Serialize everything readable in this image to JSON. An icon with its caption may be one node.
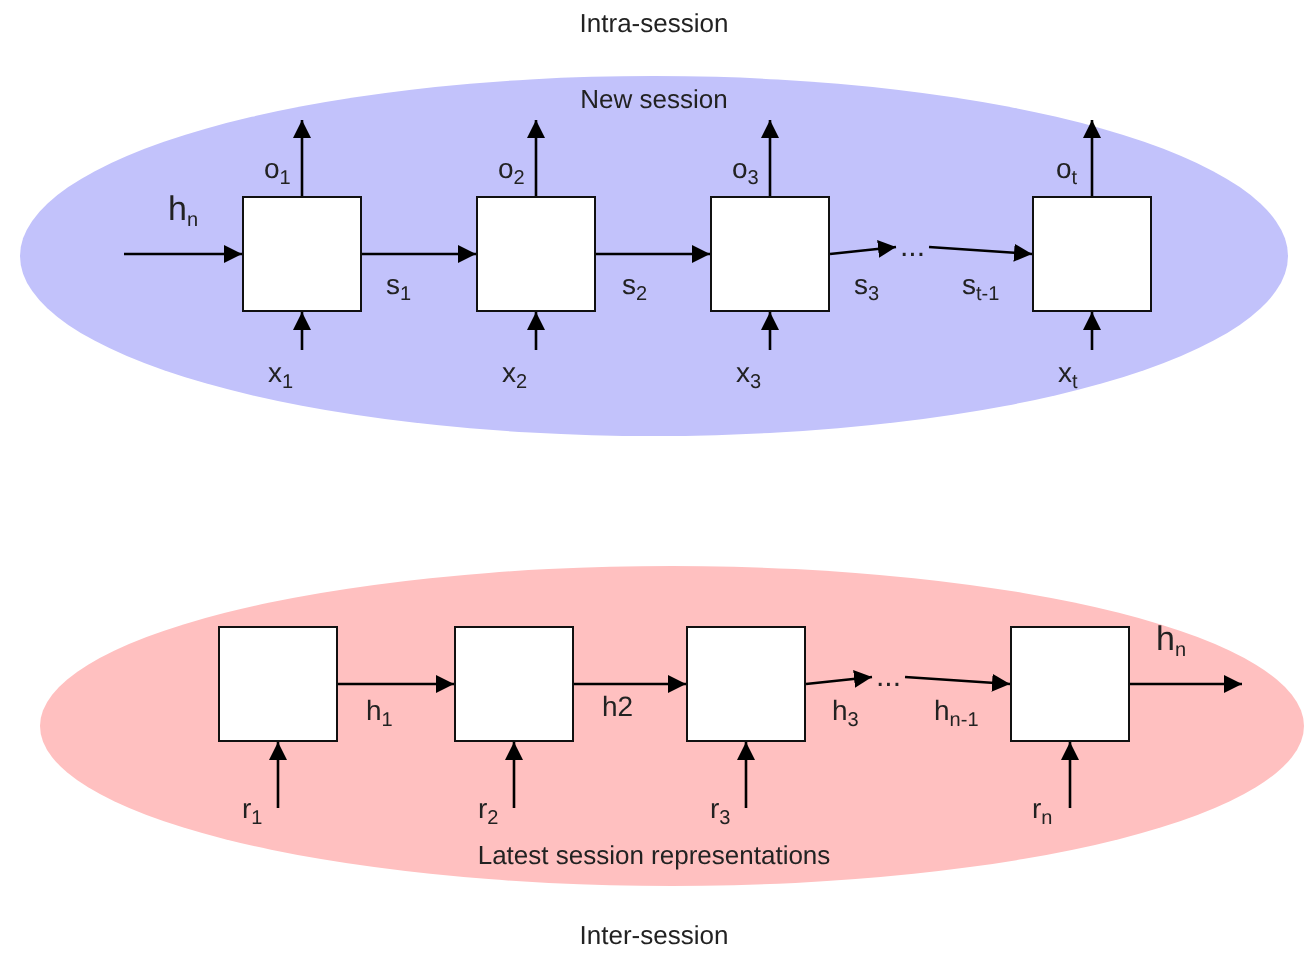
{
  "diagram": {
    "nodes": [
      {
        "text": [
          "Intra-session",
          "New session"
        ]
      },
      {
        "text": [],
        "shape": "box",
        "in": 0
      },
      {
        "text": [],
        "shape": "box",
        "in": 0
      },
      {
        "text": [],
        "shape": "box",
        "in": 0
      },
      {
        "text": [
          "..."
        ],
        "in": 0
      },
      {
        "text": [],
        "shape": "box",
        "in": 0
      },
      {
        "text": [
          "Latest session representations",
          "Inter-session"
        ]
      },
      {
        "text": [],
        "shape": "box",
        "in": 6
      },
      {
        "text": [],
        "shape": "box",
        "in": 6
      },
      {
        "text": [],
        "shape": "box",
        "in": 6
      },
      {
        "text": [
          "..."
        ],
        "in": 6
      },
      {
        "text": [],
        "shape": "box",
        "in": 6
      }
    ],
    "edges": [
      {
        "from": null,
        "to": 1,
        "arrow": "to",
        "label": "h$_{n}$"
      },
      {
        "from": 1,
        "to": 2,
        "arrow": "to",
        "label": "s$_{1}$"
      },
      {
        "from": 2,
        "to": 3,
        "arrow": "to",
        "label": "s$_{2}$"
      },
      {
        "from": 3,
        "to": 4,
        "arrow": "to",
        "label": "s$_{3}$"
      },
      {
        "from": 4,
        "to": 5,
        "arrow": "to",
        "label": "s$_{t-1}$"
      },
      {
        "from": null,
        "to": 1,
        "arrow": "to",
        "label": "x$_{1}$"
      },
      {
        "from": null,
        "to": 2,
        "arrow": "to",
        "label": "x$_{2}$"
      },
      {
        "from": null,
        "to": 3,
        "arrow": "to",
        "label": "x$_{3}$"
      },
      {
        "from": null,
        "to": 5,
        "arrow": "to",
        "label": "x$_{t}$"
      },
      {
        "from": 1,
        "to": null,
        "arrow": "to",
        "label": "o$_{1}$"
      },
      {
        "from": 2,
        "to": null,
        "arrow": "to",
        "label": "o$_{2}$"
      },
      {
        "from": 3,
        "to": null,
        "arrow": "to",
        "label": "o$_{3}$"
      },
      {
        "from": 5,
        "to": null,
        "arrow": "to",
        "label": "o$_{t}$"
      },
      {
        "from": 7,
        "to": 8,
        "arrow": "to",
        "label": "h$_{1}$"
      },
      {
        "from": 8,
        "to": 9,
        "arrow": "to",
        "label": "h2"
      },
      {
        "from": 9,
        "to": 10,
        "arrow": "to",
        "label": "h$_{3}$"
      },
      {
        "from": 10,
        "to": 11,
        "arrow": "to",
        "label": "h$_{n-1}$"
      },
      {
        "from": 11,
        "to": null,
        "arrow": "to",
        "label": "h$_{n}$"
      },
      {
        "from": null,
        "to": 7,
        "arrow": "to",
        "label": "r$_{1}$"
      },
      {
        "from": null,
        "to": 8,
        "arrow": "to",
        "label": "r$_{2}$"
      },
      {
        "from": null,
        "to": 9,
        "arrow": "to",
        "label": "r$_{3}$"
      },
      {
        "from": null,
        "to": 11,
        "arrow": "to",
        "label": "r$_{n}$"
      }
    ]
  }
}
